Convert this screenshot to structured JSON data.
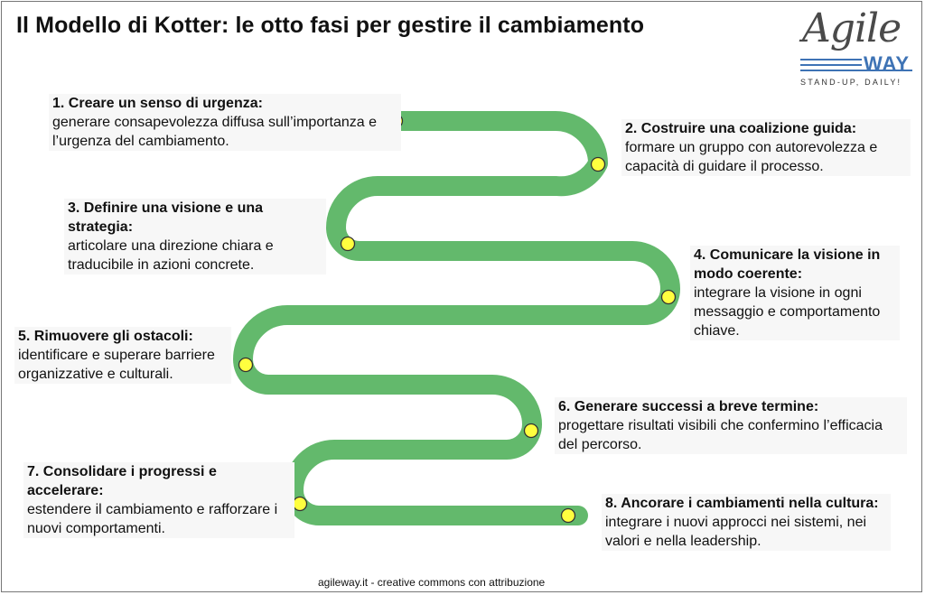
{
  "title": "Il Modello di Kotter: le otto fasi per gestire il cambiamento",
  "logo": {
    "name": "Agile",
    "suffix": "WAY",
    "tagline": "STAND-UP, DAILY!"
  },
  "colors": {
    "path": "#63b96c",
    "marker_fill": "#ffff3f",
    "marker_stroke": "#333333",
    "logo_blue": "#3e73b5"
  },
  "steps": [
    {
      "title": "1. Creare un senso di urgenza:",
      "desc": "generare consapevolezza diffusa sull’importanza e l’urgenza del cambiamento."
    },
    {
      "title": "2. Costruire una coalizione guida:",
      "desc": "formare un gruppo con autorevolezza e capacità di guidare il processo."
    },
    {
      "title": "3. Definire una visione e una strategia:",
      "desc": "articolare una direzione chiara e traducibile in azioni concrete."
    },
    {
      "title": "4. Comunicare la visione in modo coerente:",
      "desc": "integrare la visione in ogni messaggio e comportamento chiave."
    },
    {
      "title": "5. Rimuovere gli ostacoli:",
      "desc": "identificare e superare barriere organizzative e culturali."
    },
    {
      "title": "6. Generare successi a breve termine:",
      "desc": "progettare risultati visibili che confermino l’efficacia del percorso."
    },
    {
      "title": "7. Consolidare i progressi e accelerare:",
      "desc": "estendere il cambiamento e rafforzare i nuovi comportamenti."
    },
    {
      "title": "8. Ancorare i cambiamenti nella cultura:",
      "desc": "integrare i nuovi approcci nei sistemi, nei valori e nella leadership."
    }
  ],
  "footer": "agileway.it - creative commons con attribuzione"
}
